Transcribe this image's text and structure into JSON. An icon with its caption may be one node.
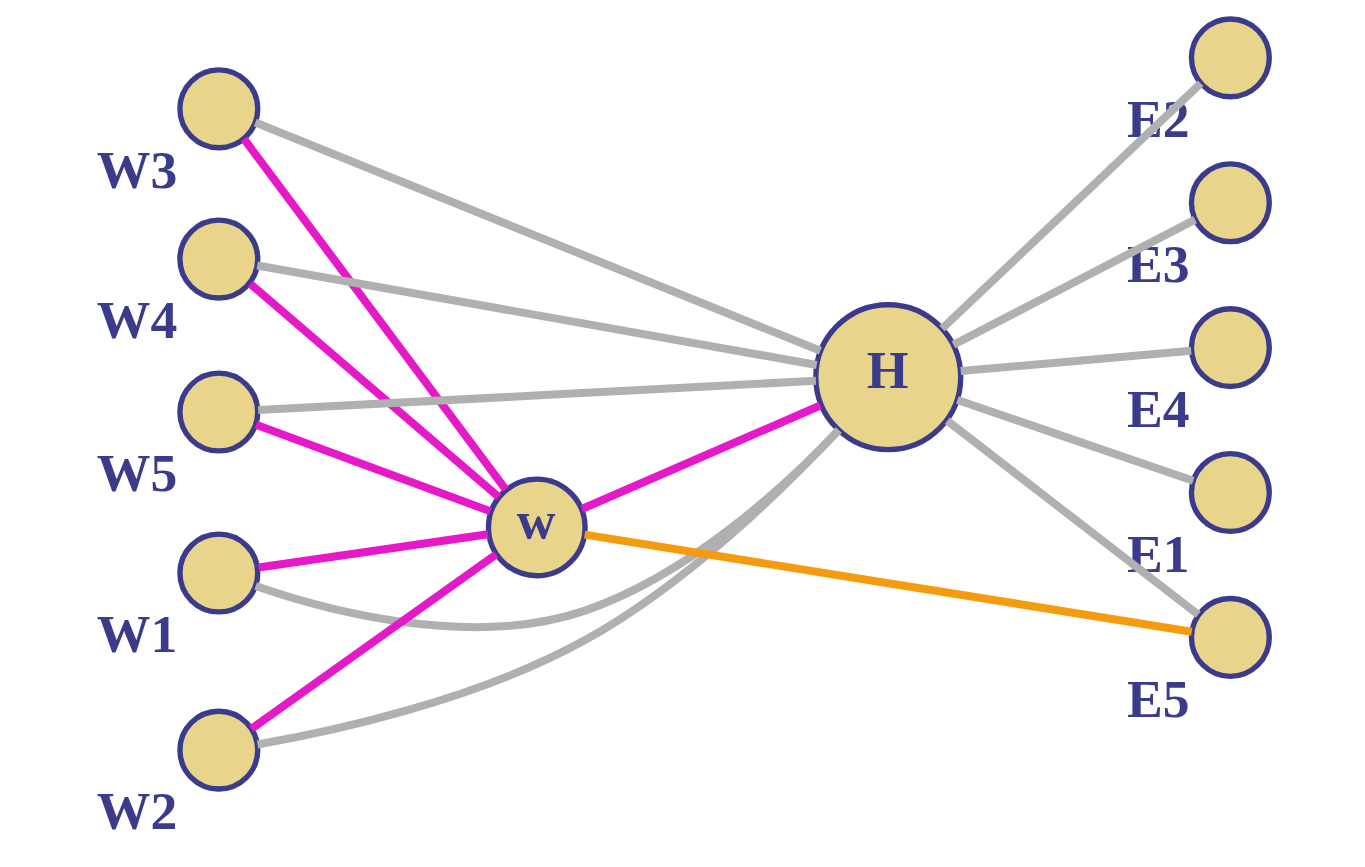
{
  "diagram": {
    "nodes": [
      {
        "text": [],
        "shape": "circle",
        "beside": [
          "W1"
        ]
      },
      {
        "text": [],
        "shape": "circle",
        "beside": [
          "E1"
        ]
      },
      {
        "text": [],
        "shape": "circle",
        "beside": [
          "W2"
        ]
      },
      {
        "text": [],
        "shape": "circle",
        "beside": [
          "E2"
        ]
      },
      {
        "text": [],
        "shape": "circle",
        "beside": [
          "W3"
        ]
      },
      {
        "text": [
          "H"
        ]
      },
      {
        "text": [],
        "shape": "circle",
        "beside": [
          "E3"
        ]
      },
      {
        "text": [
          "w"
        ]
      },
      {
        "text": [],
        "shape": "circle",
        "beside": [
          "W4"
        ]
      },
      {
        "text": [],
        "shape": "circle",
        "beside": [
          "E4"
        ]
      },
      {
        "text": [],
        "shape": "circle",
        "beside": [
          "W5"
        ]
      },
      {
        "text": [],
        "shape": "circle",
        "beside": [
          "E5"
        ]
      }
    ],
    "edges": [
      {
        "from": 0,
        "to": 5,
        "arrow": "none"
      },
      {
        "from": 2,
        "to": 5,
        "arrow": "none"
      },
      {
        "from": 4,
        "to": 5,
        "arrow": "none"
      },
      {
        "from": 8,
        "to": 5,
        "arrow": "none"
      },
      {
        "from": 10,
        "to": 5,
        "arrow": "none"
      },
      {
        "from": 5,
        "to": 1,
        "arrow": "none"
      },
      {
        "from": 5,
        "to": 3,
        "arrow": "none"
      },
      {
        "from": 5,
        "to": 6,
        "arrow": "none"
      },
      {
        "from": 5,
        "to": 9,
        "arrow": "none"
      },
      {
        "from": 5,
        "to": 11,
        "arrow": "none"
      },
      {
        "from": 0,
        "to": 7,
        "arrow": "none",
        "color": "#e619c8"
      },
      {
        "from": 2,
        "to": 7,
        "arrow": "none",
        "color": "#e619c8"
      },
      {
        "from": 4,
        "to": 7,
        "arrow": "none",
        "color": "#e619c8"
      },
      {
        "from": 8,
        "to": 7,
        "arrow": "none",
        "color": "#e619c8"
      },
      {
        "from": 10,
        "to": 7,
        "arrow": "none",
        "color": "#e619c8"
      },
      {
        "from": 7,
        "to": 5,
        "arrow": "none",
        "color": "#e619c8"
      },
      {
        "from": 7,
        "to": 11,
        "arrow": "none",
        "color": "#f59b0f"
      }
    ]
  }
}
